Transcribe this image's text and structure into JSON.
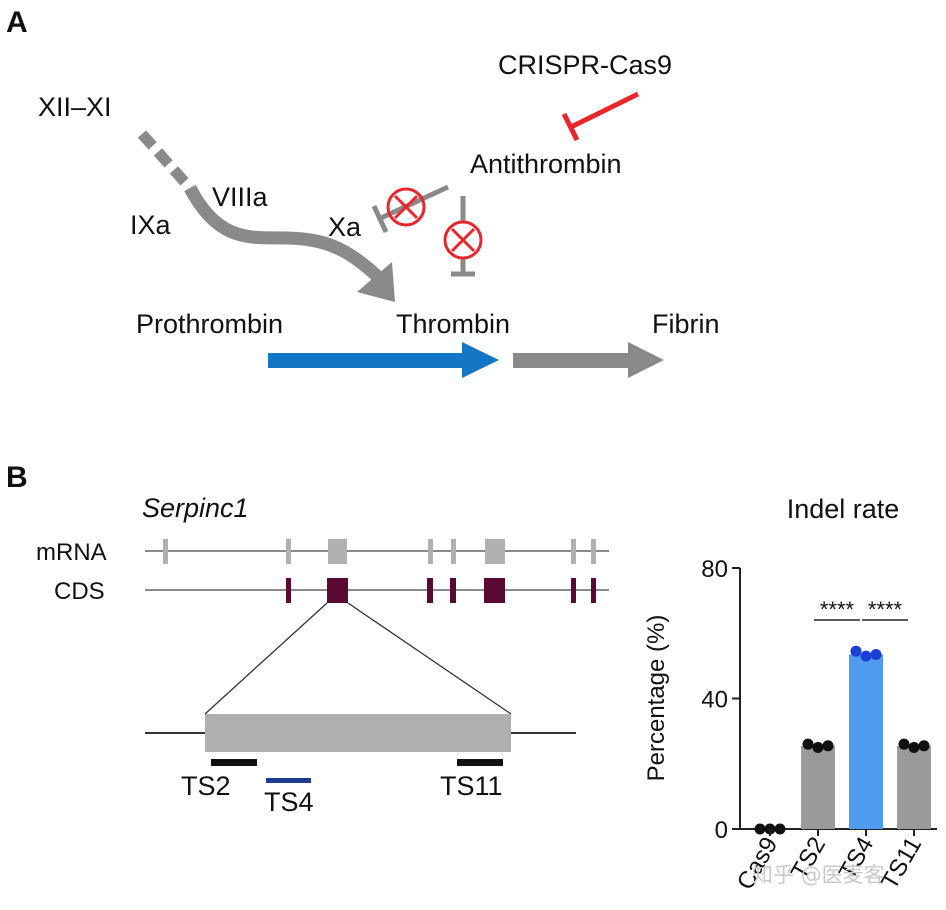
{
  "panel_a": {
    "label": "A",
    "crispr": "CRISPR-Cas9",
    "antithrombin": "Antithrombin",
    "xii_xi": "XII–XI",
    "viiia": "VIIIa",
    "ixa": "IXa",
    "xa": "Xa",
    "prothrombin": "Prothrombin",
    "thrombin": "Thrombin",
    "fibrin": "Fibrin",
    "colors": {
      "inhibit": "#e8262b",
      "gray": "#8a8a8a",
      "blue": "#1377c6"
    }
  },
  "panel_b": {
    "label": "B",
    "gene": "Serpinc1",
    "mrna_label": "mRNA",
    "cds_label": "CDS",
    "ts2": "TS2",
    "ts4": "TS4",
    "ts11": "TS11",
    "colors": {
      "exon_mrna": "#b0b0b0",
      "exon_cds": "#5a0a32",
      "ts4": "#1d3c8f",
      "ts_other": "#111111"
    }
  },
  "chart_data": {
    "type": "bar",
    "title": "Indel rate",
    "xlabel": "",
    "ylabel": "Percentage (%)",
    "ylim": [
      0,
      80
    ],
    "yticks": [
      "0",
      "40",
      "80"
    ],
    "categories": [
      "Cas9",
      "TS2",
      "TS4",
      "TS11"
    ],
    "values": [
      0,
      25.5,
      53.5,
      25.5
    ],
    "points": [
      [
        0,
        0,
        0
      ],
      [
        26,
        25,
        25.5
      ],
      [
        54.5,
        53,
        53.5
      ],
      [
        26,
        25,
        25.5
      ]
    ],
    "bar_colors": [
      "#9a9a9a",
      "#9a9a9a",
      "#4f9bf0",
      "#9a9a9a"
    ],
    "point_colors": [
      "#111111",
      "#111111",
      "#1a3fd6",
      "#111111"
    ],
    "significance": [
      {
        "from": "TS2",
        "to": "TS4",
        "label": "****"
      },
      {
        "from": "TS4",
        "to": "TS11",
        "label": "****"
      }
    ]
  },
  "watermark": "知乎 @医麦客"
}
